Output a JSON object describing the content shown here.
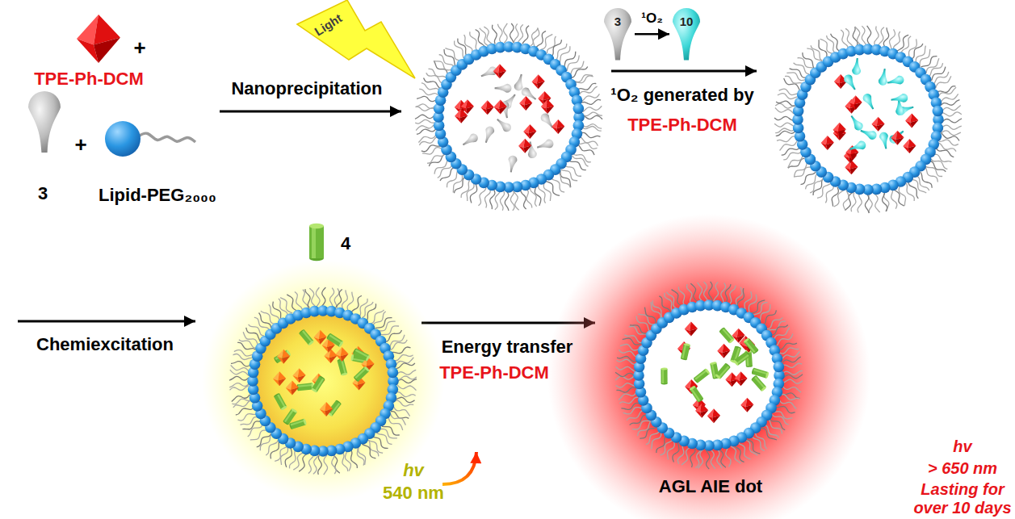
{
  "diagram": {
    "nodes": [
      {
        "text": [
          "Light"
        ]
      },
      {
        "text": [
          "3"
        ]
      },
      {
        "text": [
          "10"
        ]
      }
    ],
    "edges": [
      {
        "from": 1,
        "to": 2,
        "arrow": "to",
        "label": "¹O₂"
      }
    ],
    "labels": [
      "TPE-Ph-DCM",
      "+",
      "+",
      "3",
      "Lipid-PEG₂₀₀₀",
      "Nanoprecipitation",
      "¹O₂ generated by",
      "TPE-Ph-DCM",
      "4",
      "Chemiexcitation",
      "hv",
      "540 nm",
      "Energy transfer",
      "TPE-Ph-DCM",
      "AGL AIE dot",
      "hv",
      "> 650 nm",
      "Lasting for",
      "over 10 days"
    ]
  }
}
